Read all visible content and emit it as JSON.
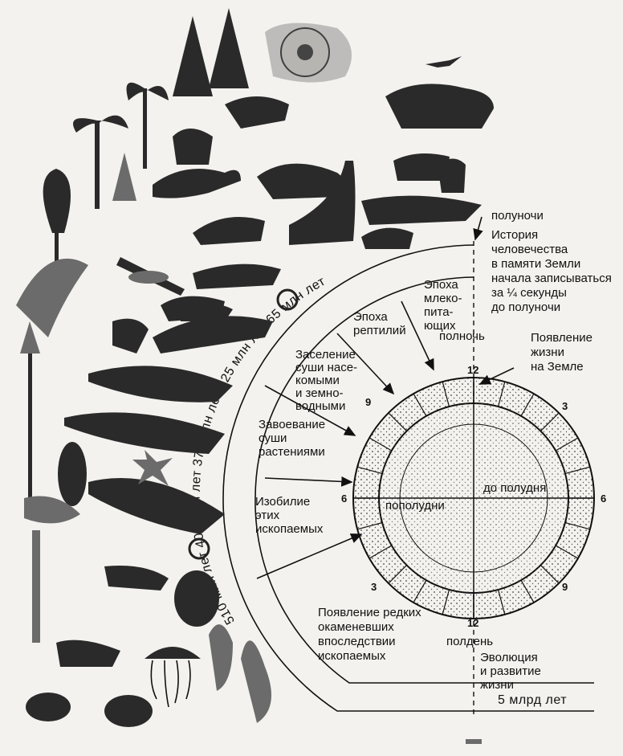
{
  "spiral_eras": [
    "510 млн лет",
    "400 млн лет",
    "370 млн лет",
    "225 млн лет",
    "65 млн лет"
  ],
  "spiral_end": "5 млрд лет",
  "labels": {
    "midnight_top": "полуночи",
    "history": [
      "История",
      "человечества",
      "в памяти Земли",
      "начала записываться",
      "за ¼ секунды",
      "до полуночи"
    ],
    "mammals": [
      "Эпоха",
      "млеко-",
      "пита-",
      "ющих"
    ],
    "midnight": "полночь",
    "reptiles": [
      "Эпоха",
      "рептилий"
    ],
    "life_appear": [
      "Появление",
      "жизни",
      "на Земле"
    ],
    "insects": [
      "Заселение",
      "суши насе-",
      "комыми",
      "и земно-",
      "водными"
    ],
    "plants": [
      "Завоевание",
      "суши",
      "растениями"
    ],
    "fossils_many": [
      "Изобилие",
      "этих",
      "ископаемых"
    ],
    "fossils_rare": [
      "Появление редких",
      "окаменевших",
      "впоследствии",
      "ископаемых"
    ],
    "noon": "полдень",
    "evolution": [
      "Эволюция",
      "и развитие",
      "жизни"
    ],
    "before_noon": "до полудня",
    "after_noon": "пополудни"
  },
  "clock_numbers": {
    "top": "12",
    "bottom": "12",
    "left_outer": "6",
    "left_inner": "9",
    "right_inner": "3",
    "right_outer": "6",
    "bottom_left": "3",
    "bottom_right": "9"
  },
  "icons": [
    "fern-icon",
    "palm-tree-icon",
    "conifer-icon",
    "magnolia-flower-icon",
    "bird-icon",
    "dinosaur-icon",
    "mammal-icon",
    "fish-icon",
    "trilobite-icon",
    "jellyfish-icon",
    "shell-icon",
    "insect-icon"
  ]
}
